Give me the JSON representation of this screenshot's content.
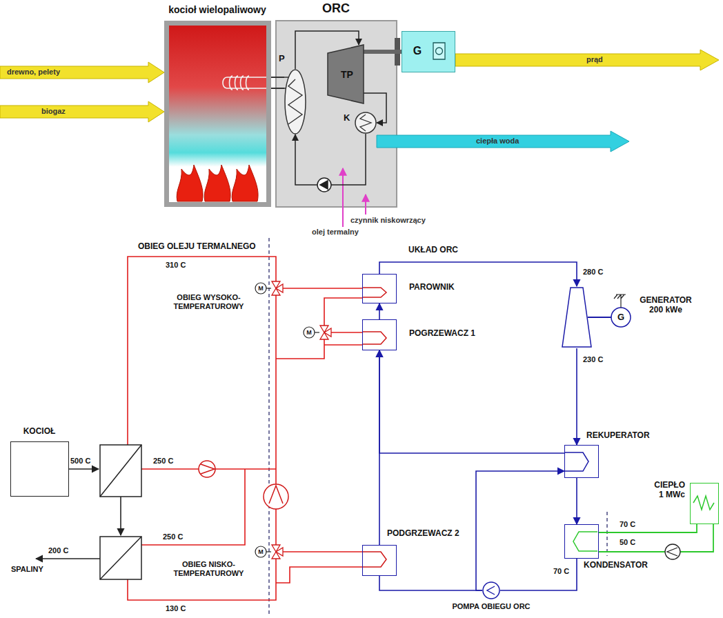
{
  "diagram": {
    "nodes": [
      {
        "text": [
          "kocioł wielopaliwowy"
        ]
      },
      {
        "text": [
          "ORC"
        ]
      },
      {
        "text": [
          "P"
        ],
        "in": 1
      },
      {
        "text": [
          "TP"
        ],
        "in": 1
      },
      {
        "text": [
          "K"
        ],
        "in": 1
      },
      {
        "text": [
          "G"
        ]
      },
      {
        "text": [
          "KOCIOŁ"
        ]
      },
      {
        "text": [
          "PAROWNIK"
        ]
      },
      {
        "text": [
          "POGRZEWACZ 1"
        ]
      },
      {
        "text": [
          "G",
          "GENERATOR 200 kWe"
        ]
      },
      {
        "text": [
          "REKUPERATOR"
        ]
      },
      {
        "text": [
          "PODGRZEWACZ 2"
        ]
      },
      {
        "text": [
          "KONDENSATOR"
        ]
      },
      {
        "text": [
          "CIEPŁO 1 MWc"
        ]
      },
      {
        "text": [
          "POMPA OBIEGU ORC"
        ]
      }
    ],
    "edges": [
      {
        "from": 0,
        "to": 2,
        "arrow": "none"
      },
      {
        "from": 2,
        "to": 3,
        "arrow": "to"
      },
      {
        "from": 3,
        "to": 4,
        "arrow": "to"
      },
      {
        "from": 4,
        "to": 2,
        "arrow": "to"
      },
      {
        "from": 3,
        "to": 5,
        "arrow": "none"
      },
      {
        "from": 7,
        "to": 9,
        "arrow": "to"
      },
      {
        "from": 9,
        "to": 10,
        "arrow": "to"
      },
      {
        "from": 10,
        "to": 12,
        "arrow": "to"
      },
      {
        "from": 12,
        "to": 14,
        "arrow": "none"
      },
      {
        "from": 14,
        "to": 11,
        "arrow": "none"
      },
      {
        "from": 14,
        "to": 10,
        "arrow": "to"
      },
      {
        "from": 10,
        "to": 8,
        "arrow": "to"
      },
      {
        "from": 11,
        "to": 8,
        "arrow": "to"
      },
      {
        "from": 8,
        "to": 7,
        "arrow": "to"
      },
      {
        "from": 12,
        "to": 13,
        "arrow": "none"
      }
    ],
    "labels": [
      "drewno, pelety",
      "biogaz",
      "prąd",
      "ciepła woda",
      "olej termalny",
      "czynnik niskowrzący",
      "OBIEG OLEJU TERMALNEGO",
      "UKŁAD ORC",
      "310 C",
      "280 C",
      "M",
      "OBIEG WYSOKO- TEMPERATUROWY",
      "M",
      "230 C",
      "500 C",
      "250 C",
      "250 C",
      "70 C",
      "50 C",
      "200 C",
      "SPALINY",
      "M",
      "70 C",
      "OBIEG NISKO- TEMPERATUROWY",
      "130 C"
    ]
  }
}
